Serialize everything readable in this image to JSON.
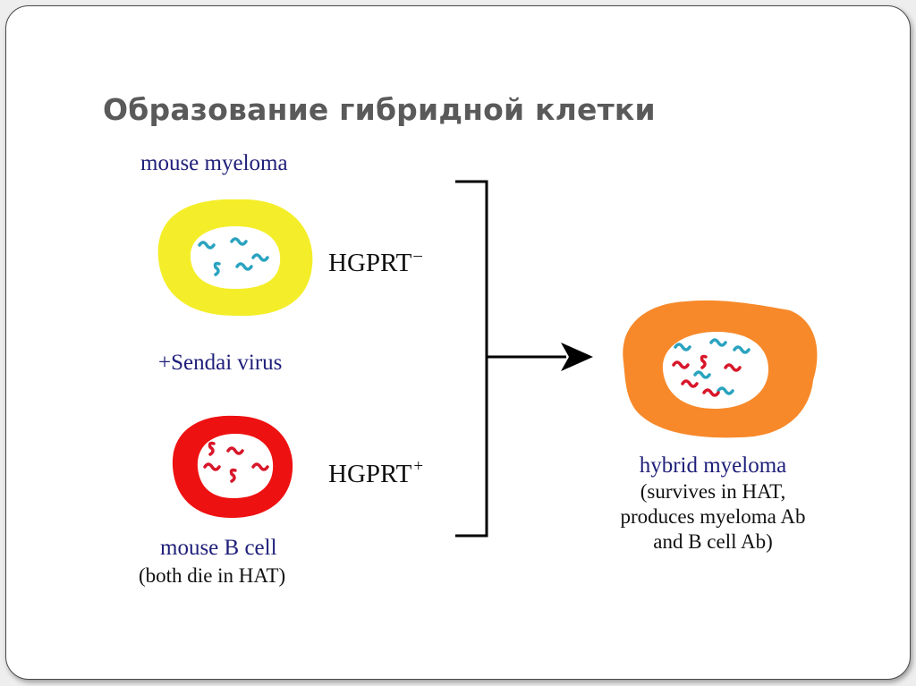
{
  "slide": {
    "title": "Образование гибридной клетки"
  },
  "diagram": {
    "myeloma_label": "mouse myeloma",
    "myeloma_marker": "HGPRT",
    "myeloma_marker_sign": "–",
    "fusion_agent": "+Sendai virus",
    "bcell_label": "mouse B cell",
    "bcell_marker": "HGPRT",
    "bcell_marker_sign": "+",
    "bcell_note": "(both die in HAT)",
    "hybrid_label": "hybrid myeloma",
    "hybrid_note_1": "(survives in HAT,",
    "hybrid_note_2": "produces myeloma Ab",
    "hybrid_note_3": "and B cell Ab)"
  },
  "colors": {
    "myeloma_cell": "#f4ee2a",
    "bcell_cell": "#ee1111",
    "hybrid_cell": "#f7892a",
    "myeloma_chromatin": "#2aa3bf",
    "bcell_chromatin": "#d8162a",
    "label_navy": "#1f1f7a",
    "title_gray": "#5a5a5a"
  }
}
